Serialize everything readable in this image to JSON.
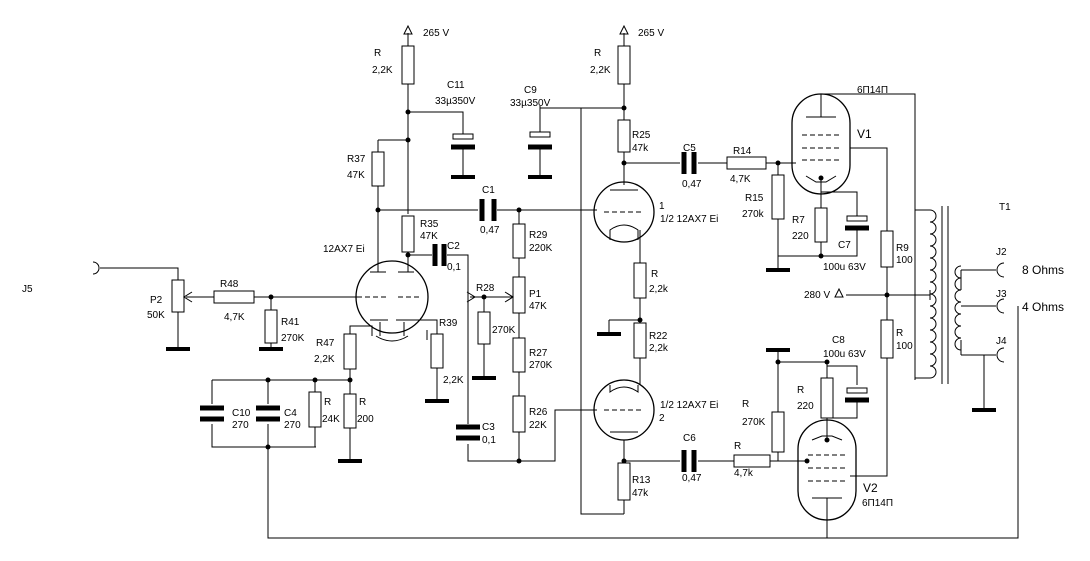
{
  "labels": {
    "supply_1": "265 V",
    "supply_2": "265 V",
    "supply_3": "280 V",
    "j5": "J5",
    "p2": "P2",
    "p2_val": "50K",
    "r48": "R48",
    "r48_val": "4,7K",
    "r41": "R41",
    "r41_val": "270K",
    "r_top1": "R",
    "r_top1_val": "2,2K",
    "c11": "C11",
    "c11_val": "33µ350V",
    "r37": "R37",
    "r37_val": "47K",
    "r35": "R35",
    "r35_val": "47K",
    "c2": "C2",
    "c2_val": "0,1",
    "tube1": "12AX7 Ei",
    "r47": "R47",
    "r47_val": "2,2K",
    "r39": "R39",
    "r39_val": "2,2K",
    "r_24k": "R",
    "r_24k_val": "24K",
    "r_200": "R",
    "r_200_val": "200",
    "c10": "C10",
    "c10_val": "270",
    "c4": "C4",
    "c4_val": "270",
    "c1": "C1",
    "c1_val": "0,47",
    "c9": "C9",
    "c9_val": "33µ350V",
    "r29": "R29",
    "r29_val": "220K",
    "r28": "R28",
    "r28_val": "270K",
    "p1": "P1",
    "p1_val": "47K",
    "r27": "R27",
    "r27_val": "270K",
    "r26": "R26",
    "r26_val": "22K",
    "c3": "C3",
    "c3_val": "0,1",
    "r_top2": "R",
    "r_top2_val": "2,2K",
    "r25": "R25",
    "r25_val": "47k",
    "tube2_num": "1",
    "tube2": "1/2 12AX7 Ei",
    "r_mid": "R",
    "r_mid_val": "2,2k",
    "r22": "R22",
    "r22_val": "2,2k",
    "tube3": "1/2 12AX7 Ei",
    "tube3_num": "2",
    "r13": "R13",
    "r13_val": "47k",
    "c5": "C5",
    "c5_val": "0,47",
    "r14": "R14",
    "r14_val": "4,7K",
    "r15": "R15",
    "r15_val": "270k",
    "r7": "R7",
    "r7_val": "220",
    "c7": "C7",
    "c7_val": "100u 63V",
    "v1_type": "6П14П",
    "v1": "V1",
    "r9": "R9",
    "r9_val": "100",
    "r_100": "R",
    "r_100_val": "100",
    "c8": "C8",
    "c8_val": "100u 63V",
    "r_270k": "R",
    "r_270k_val": "270K",
    "r_220": "R",
    "r_220_val": "220",
    "c6": "C6",
    "c6_val": "0,47",
    "r_47k": "R",
    "r_47k_val": "4,7k",
    "v2": "V2",
    "v2_type": "6П14П",
    "t1": "T1",
    "j2": "J2",
    "j2_label": "8 Ohms",
    "j3": "J3",
    "j3_label": "4 Ohms",
    "j4": "J4"
  }
}
